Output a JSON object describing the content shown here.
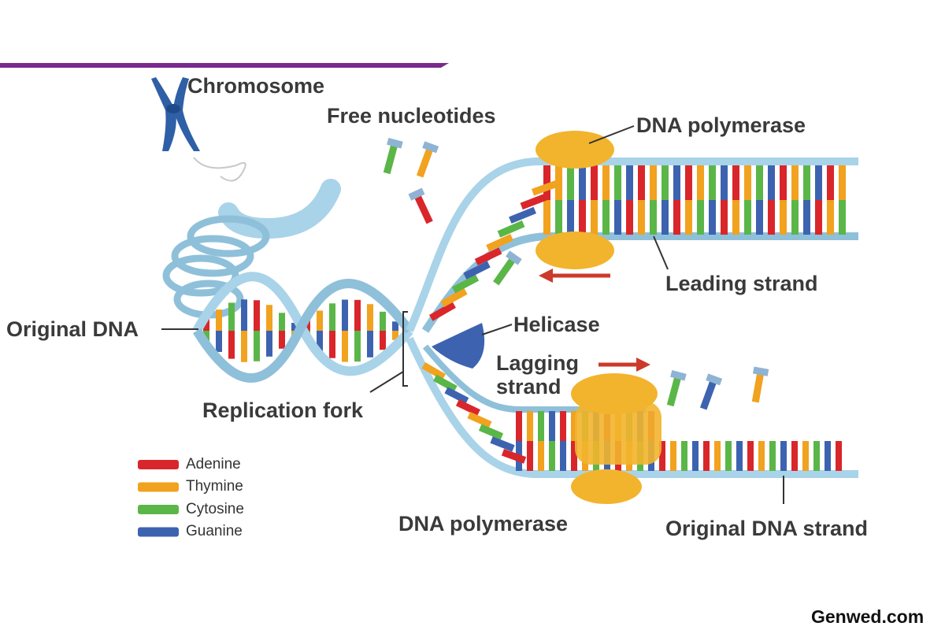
{
  "labels": {
    "chromosome": "Chromosome",
    "free_nucleotides": "Free nucleotides",
    "dna_polymerase_top": "DNA polymerase",
    "leading_strand": "Leading strand",
    "original_dna": "Original DNA",
    "helicase": "Helicase",
    "lagging_strand_line1": "Lagging",
    "lagging_strand_line2": "strand",
    "replication_fork": "Replication fork",
    "dna_polymerase_bottom": "DNA polymerase",
    "original_dna_strand": "Original DNA strand"
  },
  "legend": [
    {
      "label": "Adenine",
      "color": "#d9262b"
    },
    {
      "label": "Thymine",
      "color": "#f1a21f"
    },
    {
      "label": "Cytosine",
      "color": "#5bb648"
    },
    {
      "label": "Guanine",
      "color": "#3d63b0"
    }
  ],
  "watermark": "Genwed.com",
  "colors": {
    "accent_bar": "#7a2a8c",
    "backbone": "#a9d3e8",
    "backbone_edge": "#6f9fbf",
    "enzyme": "#f2b42c",
    "helicase": "#3d63b0",
    "arrow": "#cc3a2a",
    "chromosome": "#2f5fa6"
  }
}
